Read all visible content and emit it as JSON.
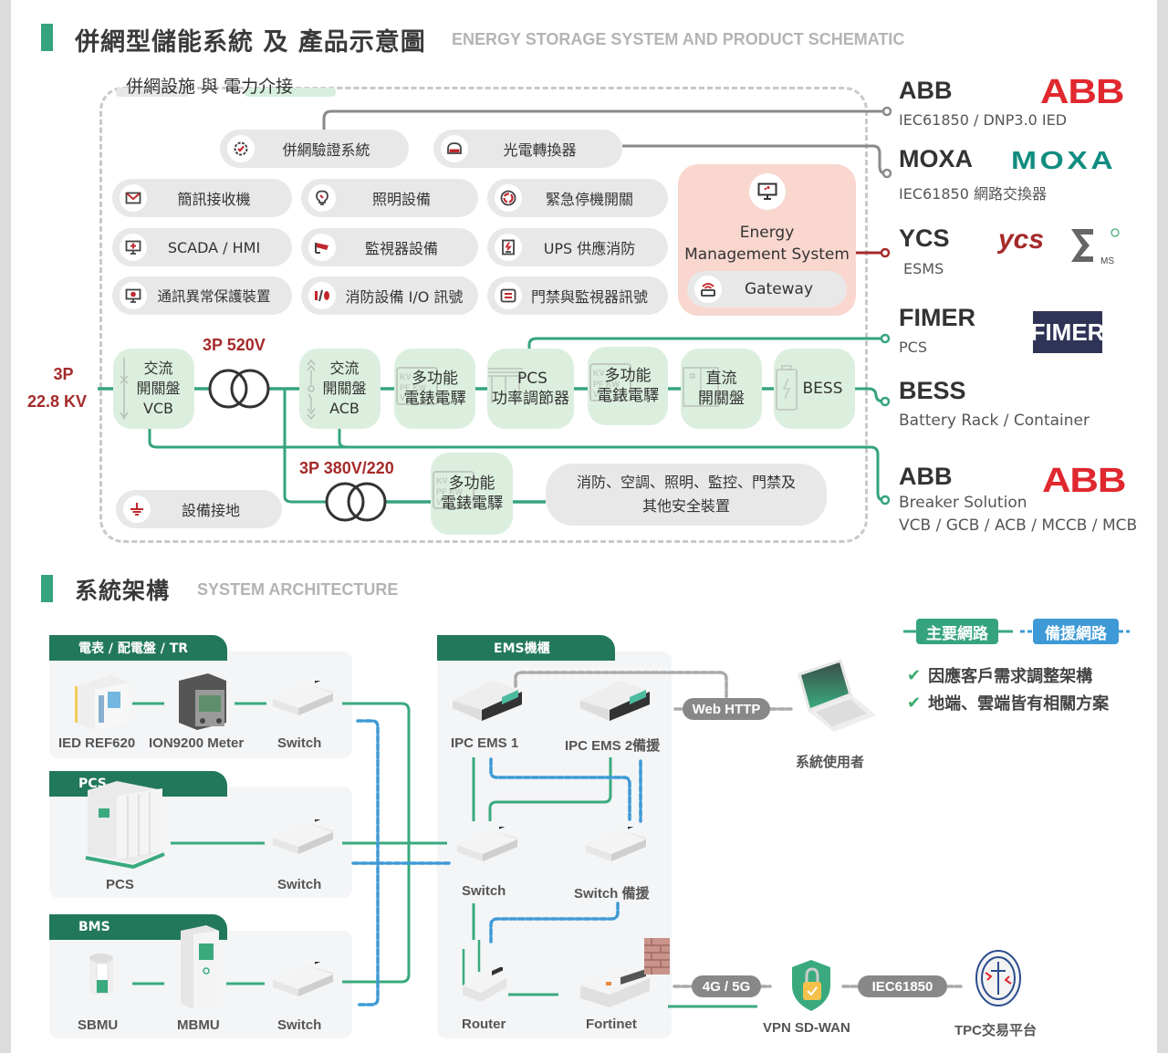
{
  "header": {
    "title": "併網型儲能系統 及 產品示意圖",
    "subtitle": "ENERGY STORAGE SYSTEM AND PRODUCT SCHEMATIC"
  },
  "schematic": {
    "frame_label": "併網設施 與 電力介接",
    "grid_input": {
      "line1": "3P",
      "line2": "22.8 KV"
    },
    "pills": [
      {
        "label": "併網驗證系統",
        "icon": "gear-check-icon"
      },
      {
        "label": "光電轉換器",
        "icon": "converter-icon"
      },
      {
        "label": "簡訊接收機",
        "icon": "mail-icon"
      },
      {
        "label": "照明設備",
        "icon": "lightbulb-icon"
      },
      {
        "label": "緊急停機開關",
        "icon": "emergency-stop-icon"
      },
      {
        "label": "SCADA / HMI",
        "icon": "monitor-icon"
      },
      {
        "label": "監視器設備",
        "icon": "cctv-icon"
      },
      {
        "label": "UPS 供應消防",
        "icon": "ups-icon"
      },
      {
        "label": "通訊異常保護裝置",
        "icon": "protection-monitor-icon"
      },
      {
        "label": "消防設備 I/O 訊號",
        "icon": "io-signal-icon"
      },
      {
        "label": "門禁與監視器訊號",
        "icon": "access-control-icon"
      },
      {
        "label": "設備接地",
        "icon": "ground-icon"
      }
    ],
    "ems": {
      "line1": "Energy",
      "line2": "Management System",
      "gateway": "Gateway"
    },
    "power_chain": {
      "vcb": [
        "交流",
        "開關盤",
        "VCB"
      ],
      "transformer1_label": "3P 520V",
      "acb": [
        "交流",
        "開關盤",
        "ACB"
      ],
      "meter1": [
        "多功能",
        "電錶電驛"
      ],
      "pcs": [
        "PCS",
        "功率調節器"
      ],
      "meter2": [
        "多功能",
        "電錶電驛"
      ],
      "dc_switch": [
        "直流",
        "開關盤"
      ],
      "bess": "BESS",
      "transformer2_label": "3P 380V/220",
      "meter3": [
        "多功能",
        "電錶電驛"
      ],
      "aux_loads": [
        "消防、空調、照明、監控、門禁及",
        "其他安全裝置"
      ]
    },
    "vendors": [
      {
        "name": "ABB",
        "desc": "IEC61850 / DNP3.0 IED",
        "logo": "ABB"
      },
      {
        "name": "MOXA",
        "desc": "IEC61850 網路交換器",
        "logo": "MOXA"
      },
      {
        "name": "YCS",
        "desc": "ESMS",
        "logo": "ycs"
      },
      {
        "name": "FIMER",
        "desc": "PCS",
        "logo": "FIMER"
      },
      {
        "name": "BESS",
        "desc": "Battery Rack / Container"
      },
      {
        "name": "ABB",
        "desc": "Breaker Solution",
        "desc2": "VCB / GCB / ACB / MCCB / MCB",
        "logo": "ABB"
      }
    ]
  },
  "architecture": {
    "title": "系統架構",
    "subtitle": "SYSTEM ARCHITECTURE",
    "groups": [
      {
        "tab": "電表 / 配電盤 / TR",
        "devices": [
          "IED REF620",
          "ION9200 Meter",
          "Switch"
        ]
      },
      {
        "tab": "PCS",
        "devices": [
          "PCS",
          "Switch"
        ]
      },
      {
        "tab": "BMS",
        "devices": [
          "SBMU",
          "MBMU",
          "Switch"
        ]
      },
      {
        "tab": "EMS機櫃",
        "devices": [
          "IPC EMS 1",
          "IPC EMS 2備援",
          "Switch",
          "Switch 備援",
          "Router",
          "Fortinet"
        ]
      }
    ],
    "web_badge": "Web HTTP",
    "user_label": "系統使用者",
    "net_badge": "4G  / 5G",
    "vpn_label": "VPN SD-WAN",
    "iec_badge": "IEC61850",
    "tpc_label": "TPC交易平台",
    "legend": {
      "primary": "主要網路",
      "backup": "備援網路"
    },
    "notes": [
      "因應客戶需求調整架構",
      "地端、雲端皆有相關方案"
    ]
  },
  "colors": {
    "accent_green": "#35a47e",
    "dark_green": "#22785b",
    "backup_blue": "#3e9ad6",
    "voltage_red": "#a52a2a",
    "abb_red": "#e0282e",
    "moxa_teal": "#108d80",
    "fimer_navy": "#2f3457"
  }
}
